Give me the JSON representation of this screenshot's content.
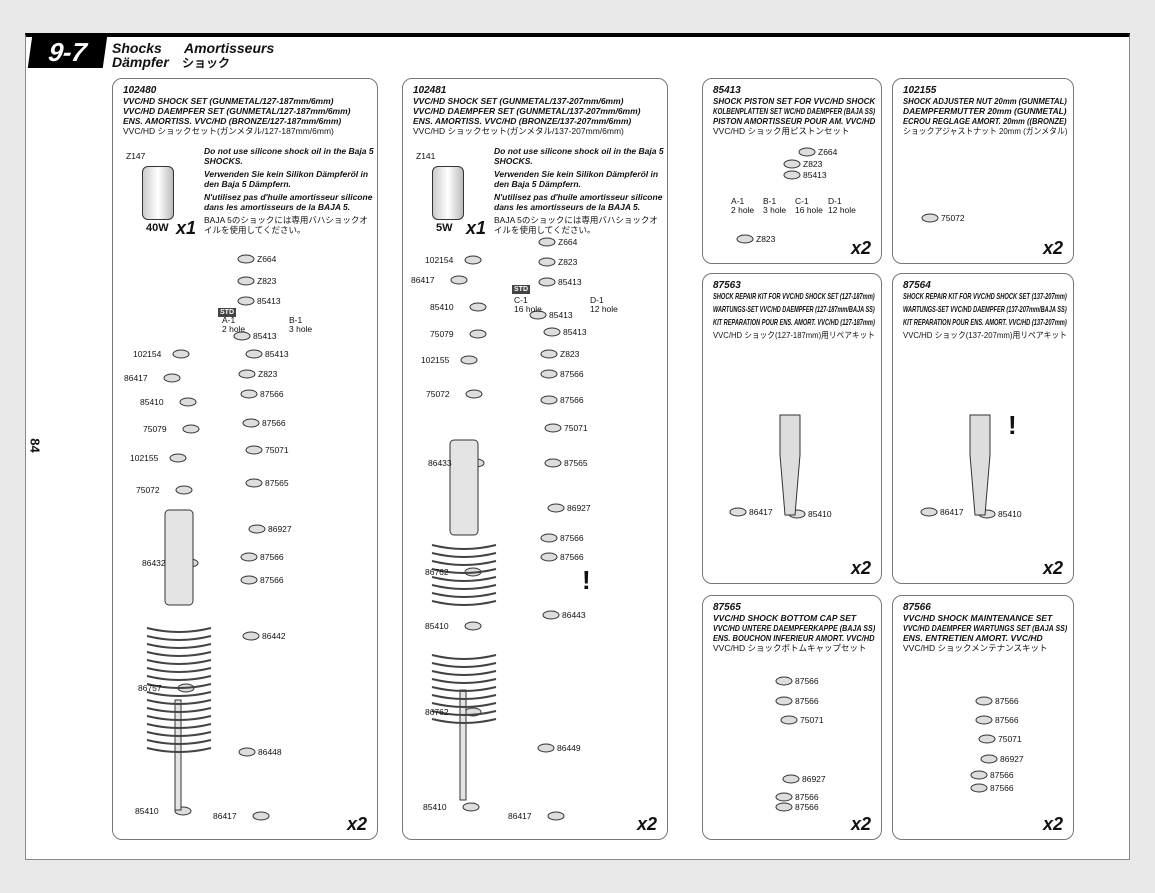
{
  "header": {
    "section": "9-7",
    "title_en": "Shocks",
    "title_fr": "Amortisseurs",
    "title_de": "Dämpfer",
    "title_jp": "ショック",
    "page_number": "84"
  },
  "panels": [
    {
      "part_no": "102480",
      "lines": [
        "VVC/HD SHOCK SET (GUNMETAL/127-187mm/6mm)",
        "VVC/HD DAEMPFER SET (GUNMETAL/127-187mm/6mm)",
        "ENS. AMORTISS. VVC/HD (BRONZE/127-187mm/6mm)",
        "VVC/HD ショックセット(ガンメタル/127-187mm/6mm)"
      ],
      "oil": {
        "code": "Z147",
        "weight": "40W",
        "qty": "x1"
      },
      "warning": [
        "Do not use silicone shock oil in the Baja 5 SHOCKS.",
        "Verwenden Sie kein Silikon Dämpferöl in den Baja 5 Dämpfern.",
        "N'utilisez pas d'huile amortisseur silicone dans les amortisseurs de la BAJA 5.",
        "BAJA 5のショックには専用バハショックオイルを使用してください。"
      ],
      "std": "STD",
      "labels": [
        "Z664",
        "Z823",
        "85413",
        "A-1\n2 hole",
        "B-1\n3 hole",
        "85413",
        "102154",
        "85413",
        "86417",
        "Z823",
        "85410",
        "87566",
        "87566",
        "75079",
        "75071",
        "102155",
        "87565",
        "75072",
        "86927",
        "86432",
        "87566",
        "87566",
        "86442",
        "86757",
        "86448",
        "85410",
        "86417"
      ],
      "qty": "x2"
    },
    {
      "part_no": "102481",
      "lines": [
        "VVC/HD SHOCK SET (GUNMETAL/137-207mm/6mm)",
        "VVC/HD DAEMPFER SET (GUNMETAL/137-207mm/6mm)",
        "ENS. AMORTISS. VVC/HD (BRONZE/137-207mm/6mm)",
        "VVC/HD ショックセット(ガンメタル/137-207mm/6mm)"
      ],
      "oil": {
        "code": "Z141",
        "weight": "5W",
        "qty": "x1"
      },
      "warning": [
        "Do not use silicone shock oil in the Baja 5 SHOCKS.",
        "Verwenden Sie kein Silikon Dämpferöl in den Baja 5 Dämpfern.",
        "N'utilisez pas d'huile amortisseur silicone dans les amortisseurs de la BAJA 5.",
        "BAJA 5のショックには専用バハショックオイルを使用してください。"
      ],
      "std": "STD",
      "notice": "!",
      "labels": [
        "Z664",
        "102154",
        "Z823",
        "86417",
        "85413",
        "C-1\n16 hole",
        "D-1\n12 hole",
        "85410",
        "85413",
        "75079",
        "85413",
        "Z823",
        "102155",
        "87566",
        "75072",
        "87566",
        "75071",
        "86433",
        "87565",
        "86927",
        "87566",
        "87566",
        "86762",
        "86443",
        "85410",
        "86762",
        "86449",
        "85410",
        "86417"
      ],
      "qty": "x2"
    },
    {
      "part_no": "85413",
      "lines": [
        "SHOCK PISTON SET FOR VVC/HD SHOCK",
        "KOLBENPLATTEN SET WC/HD DAEMPFER (BAJA SS)",
        "PISTON AMORTISSEUR POUR AM. VVC/HD",
        "VVC/HD ショック用ピストンセット"
      ],
      "labels": [
        "Z664",
        "Z823",
        "85413",
        "A-1\n2 hole",
        "B-1\n3 hole",
        "C-1\n16 hole",
        "D-1\n12 hole",
        "Z823"
      ],
      "qty": "x2"
    },
    {
      "part_no": "102155",
      "lines": [
        "SHOCK ADJUSTER NUT 20mm (GUNMETAL)",
        "DAEMPFERMUTTER 20mm (GUNMETAL)",
        "ECROU REGLAGE AMORT. 20mm ((BRONZE)",
        "ショックアジャストナット 20mm (ガンメタル)"
      ],
      "labels": [
        "75072"
      ],
      "qty": "x2"
    },
    {
      "part_no": "87563",
      "lines": [
        "SHOCK REPAIR KIT FOR VVC/HD SHOCK SET (127-187mm)",
        "WARTUNGS-SET VVC/HD DAEMPFER (127-187mm/BAJA SS)",
        "KIT REPARATION POUR ENS. AMORT. VVC/HD (127-187mm)",
        "VVC/HD ショック(127-187mm)用リペアキット"
      ],
      "labels": [
        "86417",
        "85410"
      ],
      "qty": "x2"
    },
    {
      "part_no": "87564",
      "lines": [
        "SHOCK REPAIR KIT FOR VVC/HD SHOCK SET (137-207mm)",
        "WARTUNGS-SET VVC/HD DAEMPFER (137-207mm/BAJA SS)",
        "KIT REPARATION POUR ENS. AMORT. VVC/HD (137-207mm)",
        "VVC/HD ショック(137-207mm)用リペアキット"
      ],
      "notice": "!",
      "labels": [
        "86417",
        "85410"
      ],
      "qty": "x2"
    },
    {
      "part_no": "87565",
      "lines": [
        "VVC/HD SHOCK BOTTOM CAP SET",
        "VVC/HD UNTERE DAEMPFERKAPPE (BAJA SS)",
        "ENS. BOUCHON INFERIEUR AMORT. VVC/HD",
        "VVC/HD ショックボトムキャップセット"
      ],
      "labels": [
        "87566",
        "87566",
        "75071",
        "86927",
        "87566",
        "87566"
      ],
      "qty": "x2"
    },
    {
      "part_no": "87566",
      "lines": [
        "VVC/HD SHOCK MAINTENANCE SET",
        "VVC/HD DAEMPFER WARTUNGS SET (BAJA SS)",
        "ENS. ENTRETIEN AMORT. VVC/HD",
        "VVC/HD ショックメンテナンスキット"
      ],
      "labels": [
        "87566",
        "87566",
        "75071",
        "86927",
        "87566",
        "87566"
      ],
      "qty": "x2"
    }
  ]
}
